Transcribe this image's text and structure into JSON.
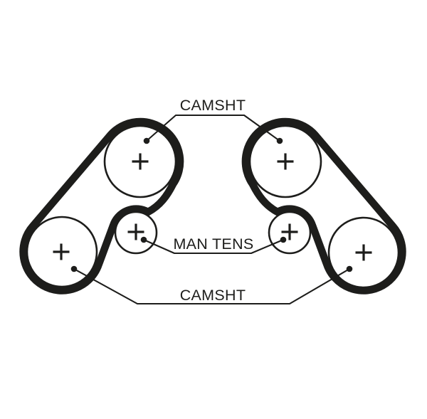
{
  "diagram": {
    "type": "timing-belt-routing",
    "background": "#ffffff",
    "ink_color": "#1d1d1b",
    "labels": {
      "camshaft_top": "CAMSHT",
      "manual_tensioner": "MAN TENS",
      "camshaft_bottom": "CAMSHT"
    },
    "pulley_center_mark": "+",
    "pulleys": [
      {
        "name": "camshaft-top-left",
        "mark": "+"
      },
      {
        "name": "camshaft-top-right",
        "mark": "+"
      },
      {
        "name": "manual-tensioner-left",
        "mark": "+"
      },
      {
        "name": "manual-tensioner-right",
        "mark": "+"
      },
      {
        "name": "camshaft-bottom-left",
        "mark": "+"
      },
      {
        "name": "camshaft-bottom-right",
        "mark": "+"
      }
    ]
  }
}
